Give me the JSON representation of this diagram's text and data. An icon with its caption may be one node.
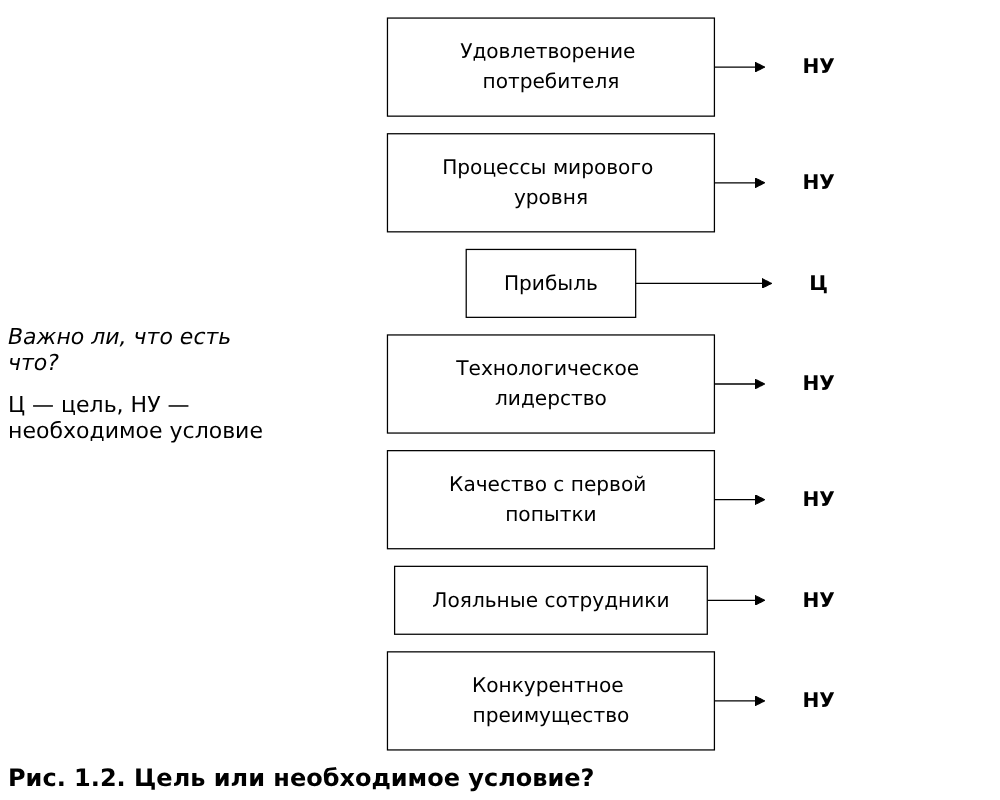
{
  "diagram": {
    "caption": "Рис. 1.2. Цель или необходимое условие?",
    "nodes": [
      {
        "text": [
          "Удовлетворение потребителя"
        ]
      },
      {
        "text": [
          "НУ"
        ]
      },
      {
        "text": [
          "Процессы мирового уровня"
        ]
      },
      {
        "text": [
          "НУ"
        ]
      },
      {
        "text": [
          "Прибыль"
        ]
      },
      {
        "text": [
          "Ц"
        ]
      },
      {
        "text": [
          "Технологическое лидерство"
        ]
      },
      {
        "text": [
          "НУ"
        ]
      },
      {
        "text": [
          "Качество с первой попытки"
        ]
      },
      {
        "text": [
          "НУ"
        ]
      },
      {
        "text": [
          "Лояльные сотрудники"
        ]
      },
      {
        "text": [
          "НУ"
        ]
      },
      {
        "text": [
          "Конкурентное преимущество"
        ]
      },
      {
        "text": [
          "НУ"
        ]
      }
    ],
    "edges": [
      {
        "from": 0,
        "to": 1,
        "arrow": "to"
      },
      {
        "from": 2,
        "to": 3,
        "arrow": "to"
      },
      {
        "from": 4,
        "to": 5,
        "arrow": "to"
      },
      {
        "from": 6,
        "to": 7,
        "arrow": "to"
      },
      {
        "from": 8,
        "to": 9,
        "arrow": "to"
      },
      {
        "from": 10,
        "to": 11,
        "arrow": "to"
      },
      {
        "from": 12,
        "to": 13,
        "arrow": "to"
      }
    ],
    "labels": [
      "Важно ли, что есть что?",
      "Ц — цель, НУ — необходимое условие"
    ]
  }
}
